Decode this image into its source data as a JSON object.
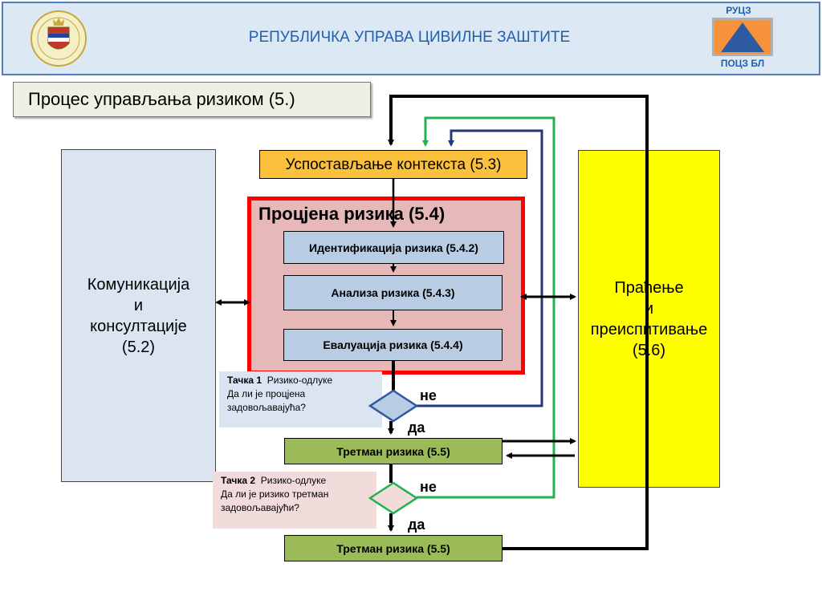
{
  "header": {
    "title": "РЕПУБЛИЧКА УПРАВА ЦИВИЛНЕ ЗАШТИТЕ",
    "logo_top": "РУЦЗ",
    "logo_bottom": "ПОЦЗ БЛ"
  },
  "section_title": "Процес  управљања ризиком   (5.)",
  "communication_box": {
    "line1": "Комуникација",
    "line2": "и",
    "line3": "консултације",
    "line4": "(5.2)"
  },
  "monitoring_box": {
    "line1": "Праћење",
    "line2": "и",
    "line3": "преиспитивање",
    "line4": "(5.6)"
  },
  "context_box": "Успостављање контекста (5.3)",
  "assessment": {
    "title": "Процјена ризика (5.4)",
    "identify": "Идентификација ризика   (5.4.2)",
    "analyze": "Анализа ризика (5.4.3)",
    "evaluate": "Евалуација ризика (5.4.4)"
  },
  "treatment_1": "Третман ризика   (5.5)",
  "treatment_2": "Третман ризика   (5.5)",
  "decision_1": {
    "point": "Тачка 1",
    "type": "Ризико-одлуке",
    "line2": "Да ли је процјена",
    "line3": "задовољавајућа?",
    "no": "не",
    "yes": "да"
  },
  "decision_2": {
    "point": "Тачка 2",
    "type": "Ризико-одлуке",
    "line2": "Да ли је ризико третман",
    "line3": "задовољавајући?",
    "no": "не",
    "yes": "да"
  },
  "colors": {
    "header_bg": "#dde8f5",
    "header_text": "#1f5fb0",
    "context": "#fbc13d",
    "assessment_frame": "#ff0000",
    "assessment_bg": "#e6b9b8",
    "steps": "#b8cce4",
    "treatment": "#9bbb59",
    "monitoring": "#ffff00",
    "communication": "#dbe5f1",
    "loop_blue": "#1f3a7a",
    "loop_green": "#22b14c"
  }
}
